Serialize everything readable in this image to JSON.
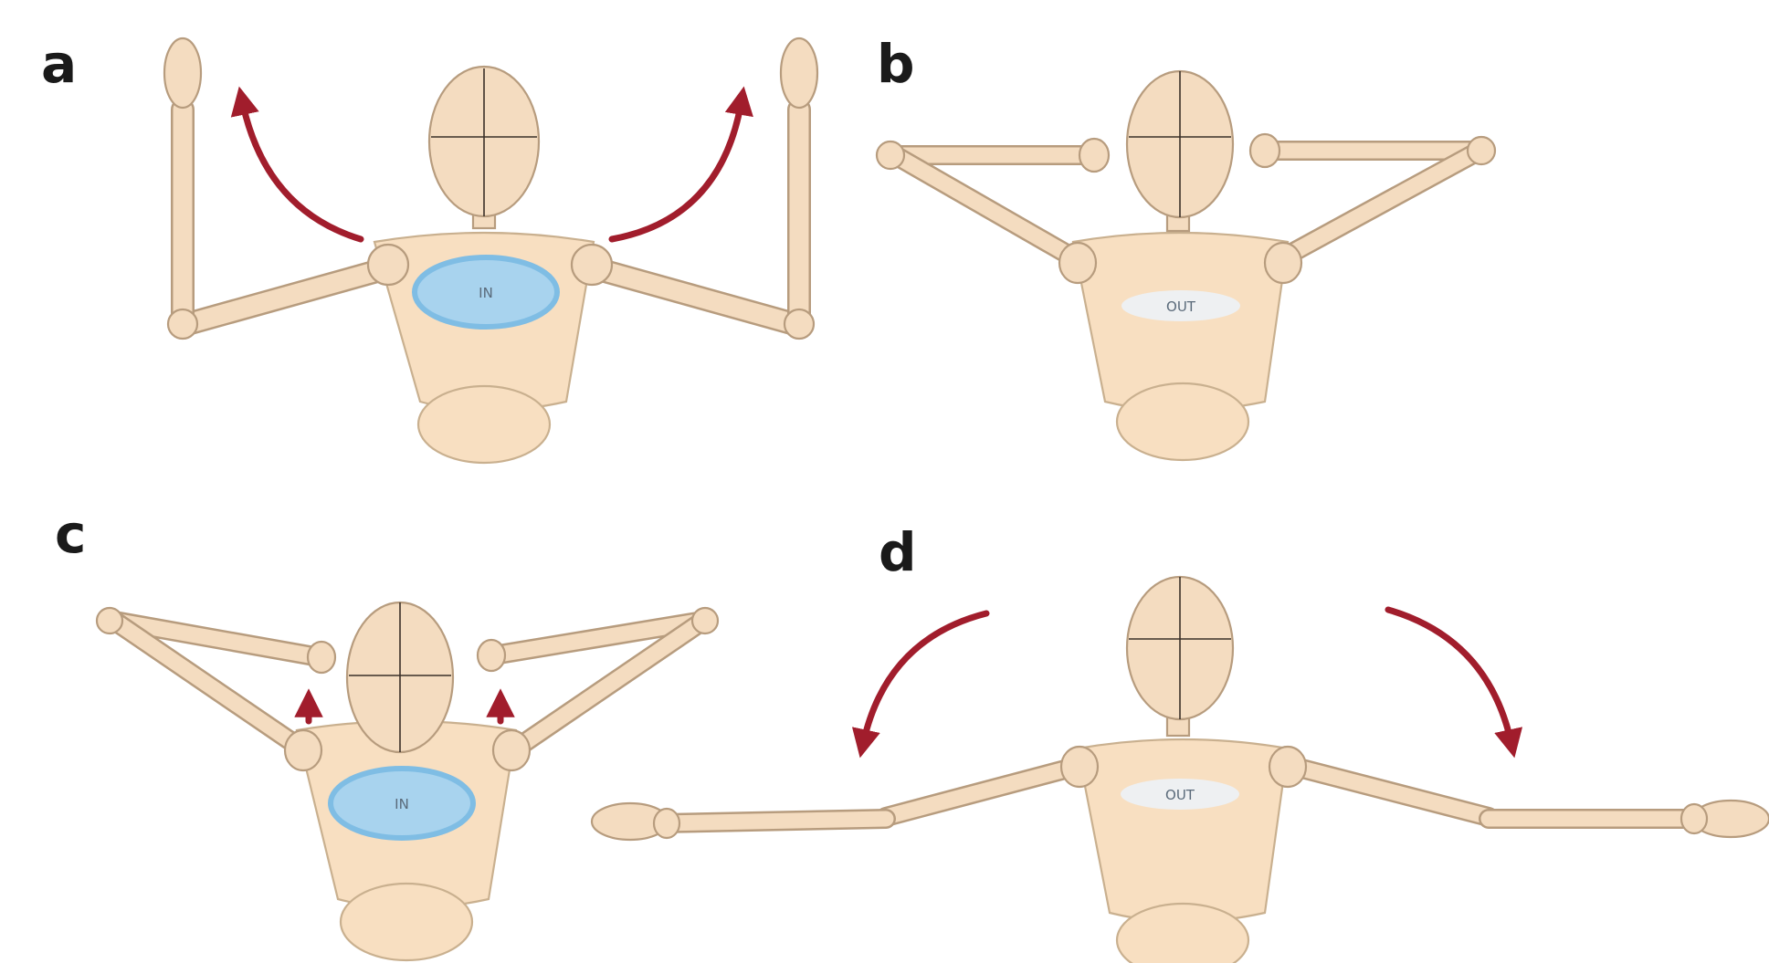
{
  "diagram": {
    "panels": [
      {
        "id": "a",
        "label": "a",
        "lung_text": "IN",
        "lung_color": "#a8d3ee",
        "arrows": "arms-raise-up"
      },
      {
        "id": "b",
        "label": "b",
        "lung_text": "OUT",
        "lung_color": "#eef0f2",
        "arrows": "none"
      },
      {
        "id": "c",
        "label": "c",
        "lung_text": "IN",
        "lung_color": "#a8d3ee",
        "arrows": "shoulders-up"
      },
      {
        "id": "d",
        "label": "d",
        "lung_text": "OUT",
        "lung_color": "#eef0f2",
        "arrows": "arms-lower-down"
      }
    ],
    "arrow_color": "#a11d2c",
    "figure_color": "#f8dfc1"
  }
}
